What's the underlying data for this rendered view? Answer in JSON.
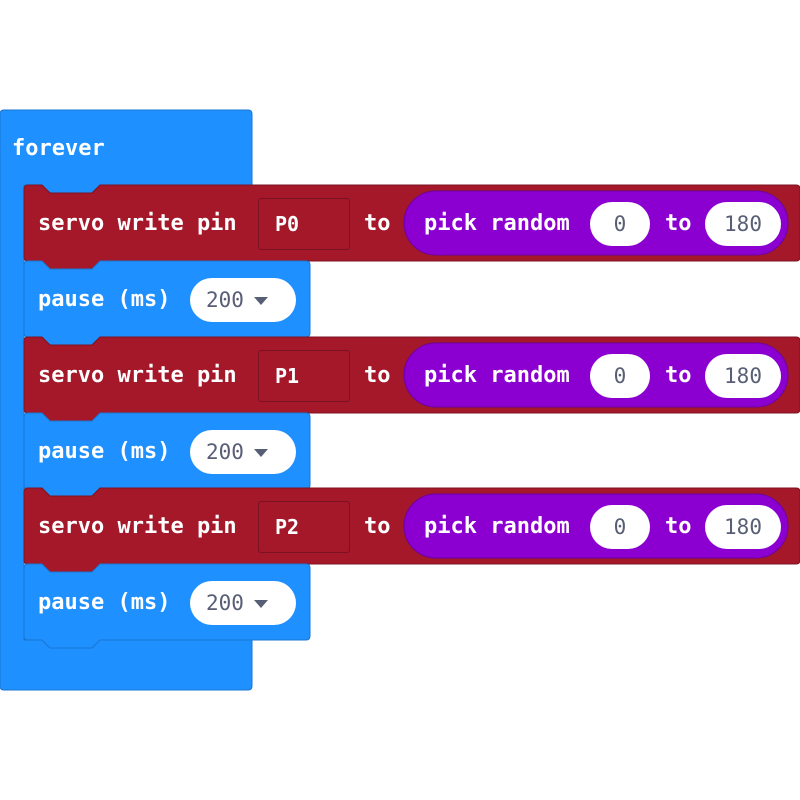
{
  "colors": {
    "loops": "#1e90ff",
    "servo": "#a4182a",
    "math": "#8b00d1",
    "field_text": "#575e75"
  },
  "forever_block": {
    "label": "forever"
  },
  "servo_blocks": [
    {
      "label": "servo write pin",
      "pin": "P0",
      "to_label": "to",
      "random_label": "pick random",
      "min": "0",
      "mid_label": "to",
      "max": "180"
    },
    {
      "label": "servo write pin",
      "pin": "P1",
      "to_label": "to",
      "random_label": "pick random",
      "min": "0",
      "mid_label": "to",
      "max": "180"
    },
    {
      "label": "servo write pin",
      "pin": "P2",
      "to_label": "to",
      "random_label": "pick random",
      "min": "0",
      "mid_label": "to",
      "max": "180"
    }
  ],
  "pause_blocks": [
    {
      "label": "pause (ms)",
      "value": "200",
      "icon": "caret-down-icon"
    },
    {
      "label": "pause (ms)",
      "value": "200",
      "icon": "caret-down-icon"
    },
    {
      "label": "pause (ms)",
      "value": "200",
      "icon": "caret-down-icon"
    }
  ]
}
